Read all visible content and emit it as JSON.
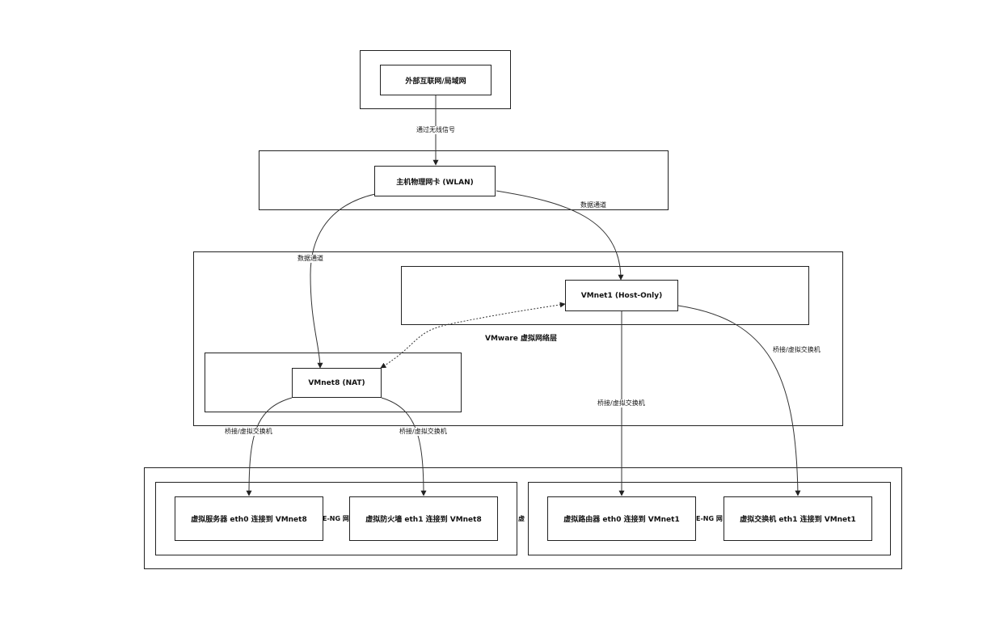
{
  "nodes": {
    "external": "外部互联网/局域网",
    "host_nic": "主机物理网卡 (WLAN)",
    "vmnet1": "VMnet1 (Host-Only)",
    "vmnet8": "VMnet8 (NAT)",
    "server": "虚拟服务器 eth0 连接到 VMnet8",
    "firewall": "虚拟防火墙 eth1 连接到 VMnet8",
    "router": "虚拟路由器 eth0 连接到 VMnet1",
    "switch": "虚拟交换机 eth1 连接到 VMnet1"
  },
  "groups": {
    "vmware_layer": "VMware 虚拟网络层",
    "gns3_left_clipped": "E-NG 网",
    "gns3_mid_clipped": "虚",
    "gns3_right_clipped": "E-NG 网"
  },
  "edges": {
    "wireless": "通过无线信号",
    "data_right": "数据通道",
    "data_left": "数据通道",
    "bridge_vmnet1_right": "桥接/虚拟交换机",
    "bridge_vmnet1_down": "桥接/虚拟交换机",
    "bridge_vmnet8_left": "桥接/虚拟交换机",
    "bridge_vmnet8_right": "桥接/虚拟交换机"
  }
}
